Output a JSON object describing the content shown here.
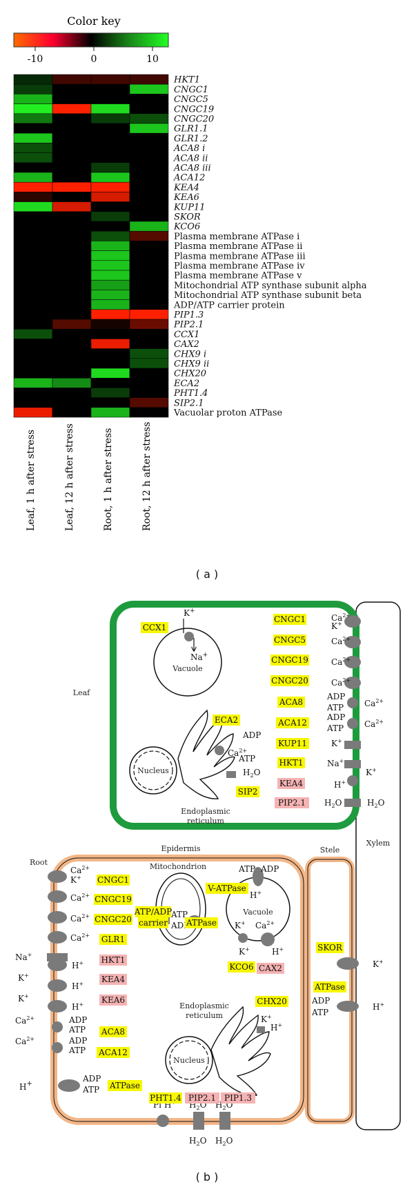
{
  "heatmap": {
    "color_key_title": "Color key",
    "key_ticks": [
      "-10",
      "0",
      "10"
    ],
    "key_colors": {
      "low": "#ff2000",
      "mid": "#000000",
      "high": "#22ee22"
    },
    "panel_label": "( a )",
    "columns": [
      "Leaf, 1 h after stress",
      "Leaf, 12 h after stress",
      "Root, 1 h after stress",
      "Root, 12 h after stress"
    ],
    "rows": [
      {
        "gene": "HKT1",
        "italic": true
      },
      {
        "gene": "CNGC1",
        "italic": true
      },
      {
        "gene": "CNGC5",
        "italic": true
      },
      {
        "gene": "CNGC19",
        "italic": true
      },
      {
        "gene": "CNGC20",
        "italic": true
      },
      {
        "gene": "GLR1.1",
        "italic": true
      },
      {
        "gene": "GLR1.2",
        "italic": true
      },
      {
        "gene": "ACA8 i",
        "italic": true
      },
      {
        "gene": "ACA8 ii",
        "italic": true
      },
      {
        "gene": "ACA8 iii",
        "italic": true
      },
      {
        "gene": "ACA12",
        "italic": true
      },
      {
        "gene": "KEA4",
        "italic": true
      },
      {
        "gene": "KEA6",
        "italic": true
      },
      {
        "gene": "KUP11",
        "italic": true
      },
      {
        "gene": "SKOR",
        "italic": true
      },
      {
        "gene": "KCO6",
        "italic": true
      },
      {
        "gene": "Plasma membrane ATPase i",
        "italic": false
      },
      {
        "gene": "Plasma membrane ATPase ii",
        "italic": false
      },
      {
        "gene": "Plasma membrane ATPase iii",
        "italic": false
      },
      {
        "gene": "Plasma membrane ATPase iv",
        "italic": false
      },
      {
        "gene": "Plasma membrane ATPase v",
        "italic": false
      },
      {
        "gene": "Mitochondrial ATP synthase subunit alpha",
        "italic": false
      },
      {
        "gene": "Mitochondrial ATP synthase subunit beta",
        "italic": false
      },
      {
        "gene": "ADP/ATP carrier protein",
        "italic": false
      },
      {
        "gene": "PIP1.3",
        "italic": true
      },
      {
        "gene": "PIP2.1",
        "italic": true
      },
      {
        "gene": "CCX1",
        "italic": true
      },
      {
        "gene": "CAX2",
        "italic": true
      },
      {
        "gene": "CHX9 i",
        "italic": true
      },
      {
        "gene": "CHX9 ii",
        "italic": true
      },
      {
        "gene": "CHX20",
        "italic": true
      },
      {
        "gene": "ECA2",
        "italic": true
      },
      {
        "gene": "PHT1.4",
        "italic": true
      },
      {
        "gene": "SIP2.1",
        "italic": true
      },
      {
        "gene": "Vacuolar proton ATPase",
        "italic": false
      }
    ],
    "values": [
      [
        2,
        -3,
        -3,
        -3
      ],
      [
        3,
        0,
        0,
        10
      ],
      [
        9,
        0,
        0,
        0
      ],
      [
        12,
        -12,
        11,
        0
      ],
      [
        6,
        0,
        3,
        4
      ],
      [
        0,
        0,
        0,
        10
      ],
      [
        10,
        0,
        0,
        0
      ],
      [
        4,
        0,
        0,
        0
      ],
      [
        4,
        0,
        0,
        0
      ],
      [
        0,
        0,
        3,
        0
      ],
      [
        9,
        0,
        10,
        0
      ],
      [
        -12,
        -13,
        -12,
        0
      ],
      [
        -2,
        0,
        -10,
        0
      ],
      [
        11,
        -10,
        0,
        0
      ],
      [
        0,
        0,
        3,
        0
      ],
      [
        0,
        0,
        0,
        9
      ],
      [
        0,
        0,
        4,
        -4
      ],
      [
        0,
        0,
        9,
        0
      ],
      [
        0,
        0,
        10,
        0
      ],
      [
        0,
        0,
        10,
        0
      ],
      [
        0,
        0,
        10,
        0
      ],
      [
        0,
        0,
        8,
        0
      ],
      [
        0,
        0,
        9,
        0
      ],
      [
        0,
        0,
        9,
        0
      ],
      [
        0,
        0,
        -12,
        -13
      ],
      [
        0,
        -4,
        -1,
        -5
      ],
      [
        4,
        0,
        0,
        0
      ],
      [
        0,
        0,
        -11,
        0
      ],
      [
        0,
        0,
        0,
        4
      ],
      [
        0,
        0,
        0,
        4
      ],
      [
        0,
        0,
        11,
        0
      ],
      [
        9,
        7,
        0,
        0
      ],
      [
        0,
        0,
        3,
        0
      ],
      [
        0,
        0,
        0,
        -4
      ],
      [
        -11,
        0,
        9,
        0
      ]
    ]
  },
  "diagram": {
    "panel_label": "( b )",
    "leaf": {
      "label": "Leaf",
      "vacuole": "Vacuole",
      "nucleus": "Nucleus",
      "er": [
        "Endoplasmic",
        "reticulum"
      ],
      "tags_yellow": [
        "CCX1",
        "CNGC1",
        "CNGC5",
        "CNGC19",
        "CNGC20",
        "ACA8",
        "ACA12",
        "KUP11",
        "HKT1",
        "ECA2",
        "SIP2"
      ],
      "tags_pink": [
        "KEA4",
        "PIP2.1"
      ]
    },
    "root": {
      "label": "Root",
      "epidermis": "Epidermis",
      "mitochondrion": "Mitochondrion",
      "vacuole": "Vacuole",
      "nucleus": "Nucleus",
      "er": [
        "Endoplasmic",
        "reticulum"
      ],
      "tags_yellow": [
        "CNGC1",
        "CNGC19",
        "CNGC20",
        "GLR1",
        "ACA8",
        "ACA12",
        "ATPase",
        "V-ATPase",
        "ATP/ADP",
        "carrier",
        "ATPase",
        "KCO6",
        "CHX20",
        "PHT1.4"
      ],
      "tags_pink": [
        "HKT1",
        "KEA4",
        "KEA6",
        "CAX2",
        "PIP2.1",
        "PIP1.3"
      ]
    },
    "stele": {
      "label": "Stele",
      "tags_yellow": [
        "SKOR",
        "ATPase"
      ]
    },
    "xylem": {
      "label": "Xylem"
    },
    "colors": {
      "leaf_border": "#1e9b3e",
      "root_border": "#f2b688",
      "tag_yellow": "#f7f700",
      "tag_pink": "#f5b3b3",
      "protein": "#7a7a7a"
    }
  }
}
